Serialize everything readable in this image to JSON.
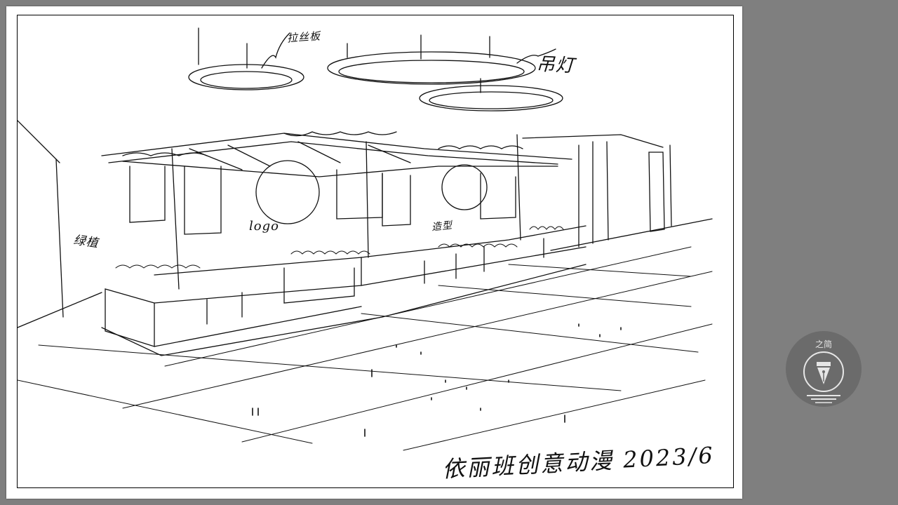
{
  "sketch": {
    "label_top": "拉丝板",
    "label_right": "吊灯",
    "label_left": "绿植",
    "label_center": "logo",
    "label_mid": "造型",
    "title_bottom": "依丽班创意动漫 2023/6"
  },
  "watermark": {
    "text": "之简",
    "icon": "fountain-pen-nib-icon"
  }
}
